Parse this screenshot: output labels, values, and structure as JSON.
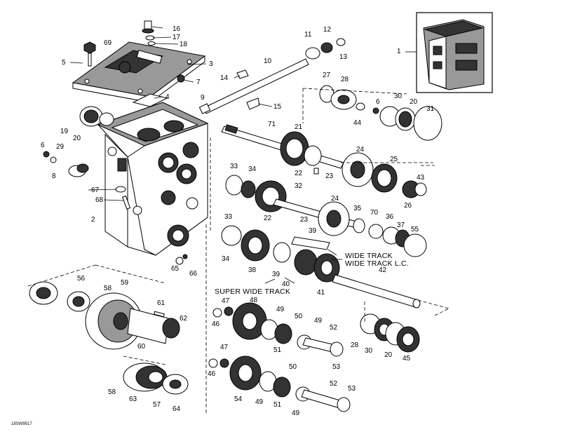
{
  "callouts": {
    "c1": "1",
    "c2": "2",
    "c3": "3",
    "c4": "4",
    "c5": "5",
    "c6a": "6",
    "c6b": "6",
    "c7": "7",
    "c8": "8",
    "c9": "9",
    "c10": "10",
    "c11": "11",
    "c12": "12",
    "c13": "13",
    "c14": "14",
    "c15": "15",
    "c16": "16",
    "c17": "17",
    "c18": "18",
    "c19": "19",
    "c20a": "20",
    "c20b": "20",
    "c20c": "20",
    "c21": "21",
    "c22a": "22",
    "c22b": "22",
    "c23a": "23",
    "c23b": "23",
    "c24a": "24",
    "c24b": "24",
    "c25": "25",
    "c26": "26",
    "c27": "27",
    "c28a": "28",
    "c28b": "28",
    "c29": "29",
    "c30a": "30",
    "c30b": "30",
    "c31": "31",
    "c32": "32",
    "c33a": "33",
    "c33b": "33",
    "c34a": "34",
    "c34b": "34",
    "c35": "35",
    "c36": "36",
    "c37": "37",
    "c38": "38",
    "c39a": "39",
    "c39b": "39",
    "c40": "40",
    "c41": "41",
    "c42": "42",
    "c43": "43",
    "c44": "44",
    "c45": "45",
    "c46a": "46",
    "c46b": "46",
    "c47a": "47",
    "c47b": "47",
    "c48": "48",
    "c49a": "49",
    "c49b": "49",
    "c49c": "49",
    "c49d": "49",
    "c50a": "50",
    "c50b": "50",
    "c51a": "51",
    "c51b": "51",
    "c52a": "52",
    "c52b": "52",
    "c53a": "53",
    "c53b": "53",
    "c54": "54",
    "c55": "55",
    "c56": "56",
    "c57": "57",
    "c58a": "58",
    "c58b": "58",
    "c59": "59",
    "c60": "60",
    "c61": "61",
    "c62": "62",
    "c63": "63",
    "c64": "64",
    "c65": "65",
    "c66": "66",
    "c67": "67",
    "c68": "68",
    "c69": "69",
    "c70": "70",
    "c71": "71"
  },
  "notes": {
    "wide_track": "WIDE TRACK",
    "wide_track_lc": "WIDE TRACK L.C.",
    "super_wide_track": "SUPER WIDE TRACK"
  },
  "figure_code": "18SW9517"
}
